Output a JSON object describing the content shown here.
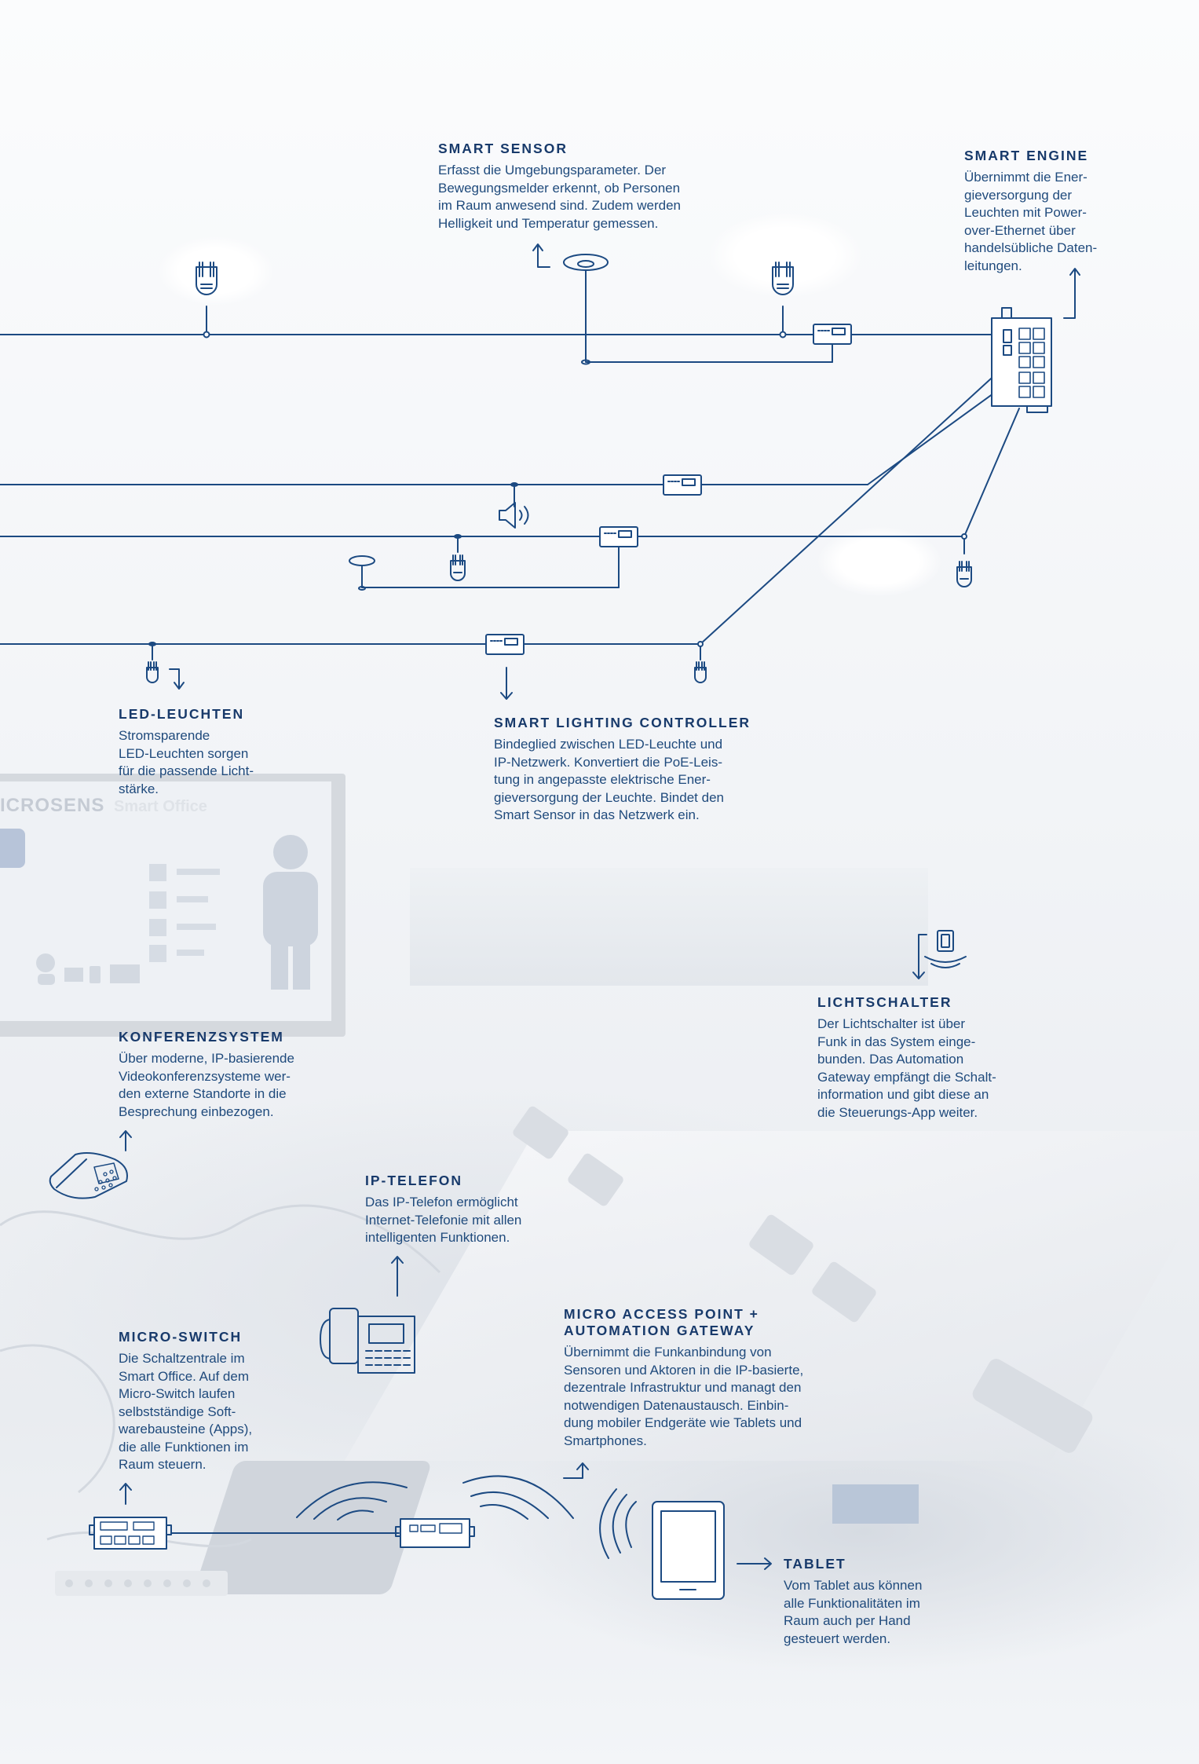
{
  "background": {
    "screen_logo": "ICROSENS",
    "screen_logo_2": "Smart Office"
  },
  "colors": {
    "line": "#1c4a82",
    "heading": "#183a6b",
    "text": "#1f4a7c"
  },
  "labels": {
    "smart_sensor": {
      "title": "SMART SENSOR",
      "lines": [
        "Erfasst die Umgebungsparameter. Der",
        "Bewegungsmelder erkennt, ob Personen",
        "im Raum anwesend sind. Zudem werden",
        "Helligkeit und Temperatur gemessen."
      ]
    },
    "smart_engine": {
      "title": "SMART ENGINE",
      "lines": [
        "Übernimmt die Ener-",
        "gieversorgung der",
        "Leuchten mit Power-",
        "over-Ethernet über",
        "handelsübliche Daten-",
        "leitungen."
      ]
    },
    "led_leuchten": {
      "title": "LED-LEUCHTEN",
      "lines": [
        "Stromsparende",
        "LED-Leuchten sorgen",
        "für die passende Licht-",
        "stärke."
      ]
    },
    "smart_lighting_controller": {
      "title": "SMART LIGHTING CONTROLLER",
      "lines": [
        "Bindeglied zwischen LED-Leuchte und",
        "IP-Netzwerk. Konvertiert die PoE-Leis-",
        "tung in angepasste elektrische Ener-",
        "gieversorgung der Leuchte. Bindet den",
        "Smart Sensor in das Netzwerk ein."
      ]
    },
    "lichtschalter": {
      "title": "LICHTSCHALTER",
      "lines": [
        "Der Lichtschalter ist über",
        "Funk in das System einge-",
        "bunden. Das Automation",
        "Gateway empfängt die Schalt-",
        "information und gibt diese an",
        "die Steuerungs-App weiter."
      ]
    },
    "konferenzsystem": {
      "title": "KONFERENZSYSTEM",
      "lines": [
        "Über moderne, IP-basierende",
        "Videokonferenzsysteme wer-",
        "den externe Standorte in die",
        "Besprechung einbezogen."
      ]
    },
    "ip_telefon": {
      "title": "IP-TELEFON",
      "lines": [
        "Das IP-Telefon ermöglicht",
        "Internet-Telefonie mit allen",
        "intelligenten Funktionen."
      ]
    },
    "micro_access_point": {
      "title_lines": [
        "MICRO ACCESS POINT +",
        "AUTOMATION GATEWAY"
      ],
      "lines": [
        "Übernimmt die Funkanbindung von",
        "Sensoren und Aktoren in die IP-basierte,",
        "dezentrale Infrastruktur und managt den",
        "notwendigen Datenaustausch. Einbin-",
        "dung mobiler Endgeräte wie Tablets und",
        "Smartphones."
      ]
    },
    "micro_switch": {
      "title": "MICRO-SWITCH",
      "lines": [
        "Die Schaltzentrale im",
        "Smart Office. Auf dem",
        "Micro-Switch laufen",
        "selbstständige Soft-",
        "warebausteine (Apps),",
        "die alle Funktionen im",
        "Raum steuern."
      ]
    },
    "tablet": {
      "title": "TABLET",
      "lines": [
        "Vom Tablet aus können",
        "alle Funktionalitäten im",
        "Raum auch per Hand",
        "gesteuert werden."
      ]
    }
  }
}
